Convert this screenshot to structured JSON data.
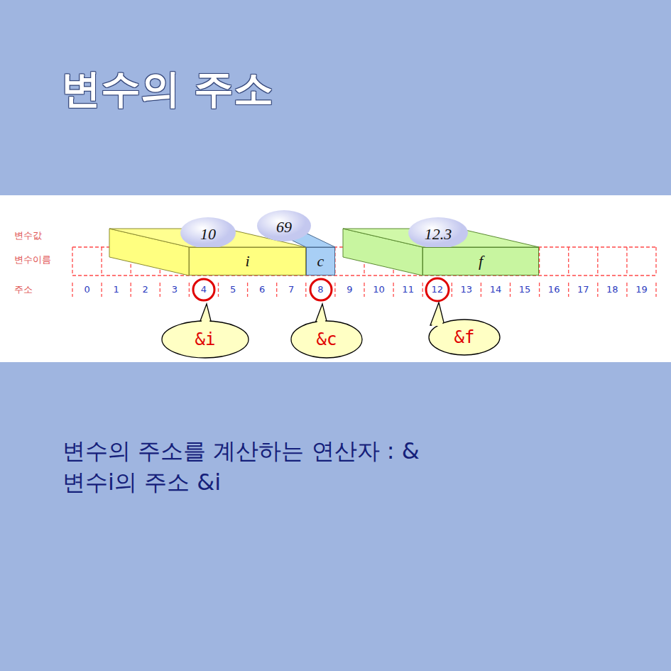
{
  "diagram": {
    "title": "변수의 주소",
    "nodes": [
      {
        "text": [
          "10"
        ]
      },
      {
        "text": [
          "69"
        ]
      },
      {
        "text": [
          "12.3"
        ]
      },
      {
        "text": [
          "i"
        ]
      },
      {
        "text": [
          "c"
        ]
      },
      {
        "text": [
          "f"
        ]
      },
      {
        "text": [
          "&i"
        ]
      },
      {
        "text": [
          "&c"
        ]
      },
      {
        "text": [
          "&f"
        ]
      }
    ],
    "labels": [
      "변수값",
      "변수이름",
      "주소",
      "0",
      "1",
      "2",
      "3",
      "4",
      "5",
      "6",
      "7",
      "8",
      "9",
      "10",
      "11",
      "12",
      "13",
      "14",
      "15",
      "16",
      "17",
      "18",
      "19",
      "변수의 주소를 계산하는 연산자 : &",
      "변수i의 주소 &i"
    ]
  }
}
